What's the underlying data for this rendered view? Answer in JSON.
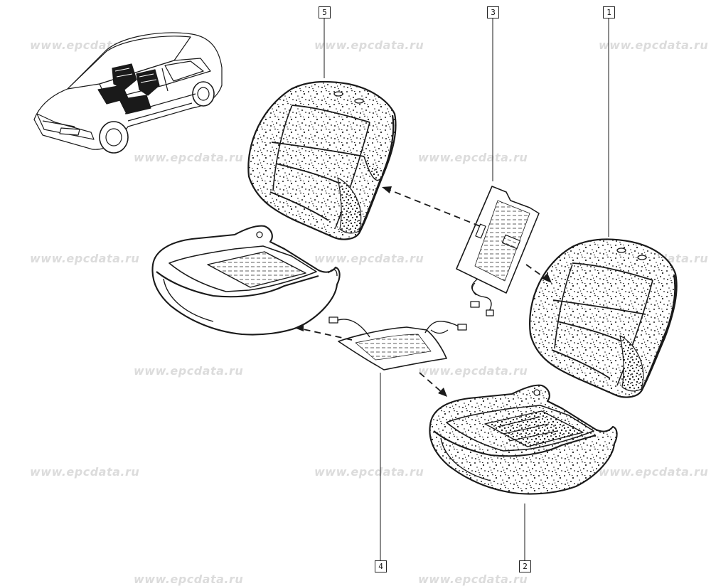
{
  "watermark_text": "www.epcdata.ru",
  "callouts": [
    {
      "id": "5",
      "label": "5"
    },
    {
      "id": "3",
      "label": "3"
    },
    {
      "id": "1",
      "label": "1"
    },
    {
      "id": "4",
      "label": "4"
    },
    {
      "id": "2",
      "label": "2"
    }
  ],
  "colors": {
    "line": "#1a1a1a",
    "watermark": "#dcdcdc",
    "background": "#ffffff"
  }
}
